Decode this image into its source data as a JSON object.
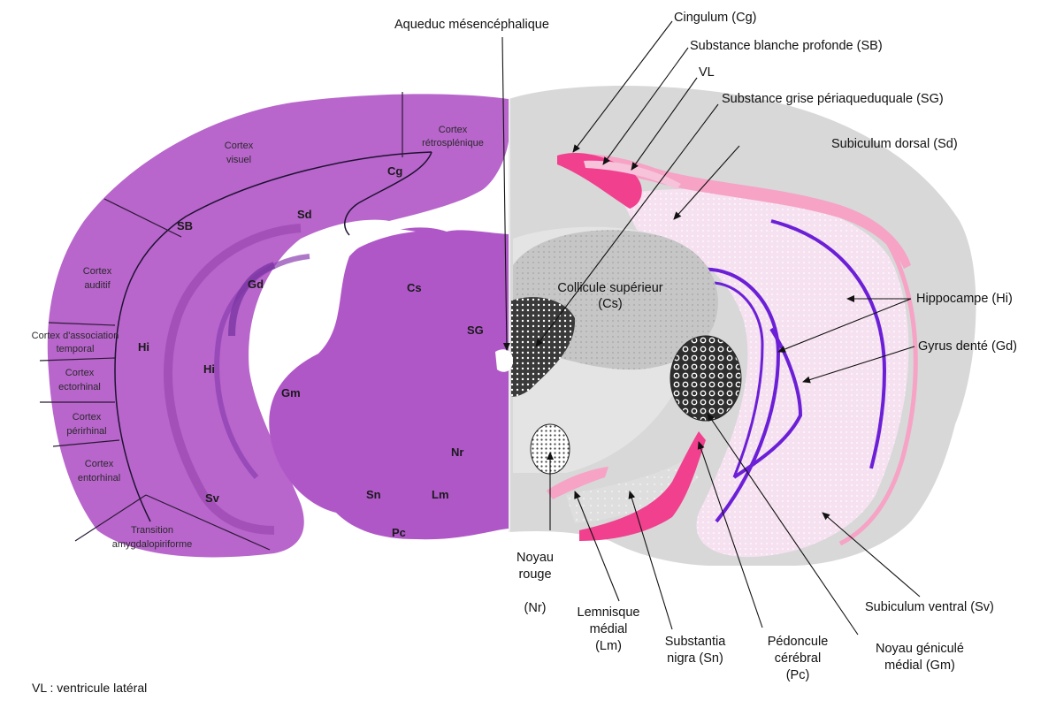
{
  "colors": {
    "histology": "#b561c9",
    "histology_dark": "#9a49b0",
    "schema_grey": "#d4d4d4",
    "schema_light": "#e2e2e2",
    "pink_strong": "#f0408e",
    "pink_soft": "#f6a3c5",
    "lavender": "#f6e4f3",
    "violet": "#6b1fd6"
  },
  "title_top": "Aqueduc mésencéphalique",
  "histology_labels": {
    "cg": "Cg",
    "sb": "SB",
    "sd": "Sd",
    "gd": "Gd",
    "hi1": "Hi",
    "hi2": "Hi",
    "cs": "Cs",
    "sg": "SG",
    "gm": "Gm",
    "nr": "Nr",
    "sn": "Sn",
    "lm": "Lm",
    "sv": "Sv",
    "pc": "Pc"
  },
  "region_labels": {
    "cortex_visuel": [
      "Cortex",
      "visuel"
    ],
    "cortex_retro": [
      "Cortex",
      "rétrosplénique"
    ],
    "cortex_auditif": [
      "Cortex",
      "auditif"
    ],
    "cortex_assoc": [
      "Cortex d'association",
      "temporal"
    ],
    "cortex_ecto": [
      "Cortex",
      "ectorhinal"
    ],
    "cortex_peri": [
      "Cortex",
      "périrhinal"
    ],
    "cortex_ento": [
      "Cortex",
      "entorhinal"
    ],
    "transition": [
      "Transition",
      "amygdalopiriforme"
    ]
  },
  "schema_labels": {
    "cingulum": "Cingulum (Cg)",
    "sb": "Substance blanche profonde (SB)",
    "vl": "VL",
    "sg": "Substance grise périaqueduquale (SG)",
    "sd": "Subiculum dorsal (Sd)",
    "colliculus": [
      "Collicule supérieur",
      "(Cs)"
    ],
    "hippocampe": "Hippocampe (Hi)",
    "gyrus": "Gyrus denté (Gd)",
    "noyau_rouge": [
      "Noyau",
      "rouge"
    ],
    "nr": "(Nr)",
    "lemnisque": [
      "Lemnisque",
      "médial",
      "(Lm)"
    ],
    "substantia": [
      "Substantia",
      "nigra (Sn)"
    ],
    "pedoncule": [
      "Pédoncule",
      "cérébral",
      "(Pc)"
    ],
    "geniculé": [
      "Noyau géniculé",
      "médial (Gm)"
    ],
    "sv": "Subiculum ventral (Sv)"
  },
  "footnote": "VL : ventricule latéral"
}
